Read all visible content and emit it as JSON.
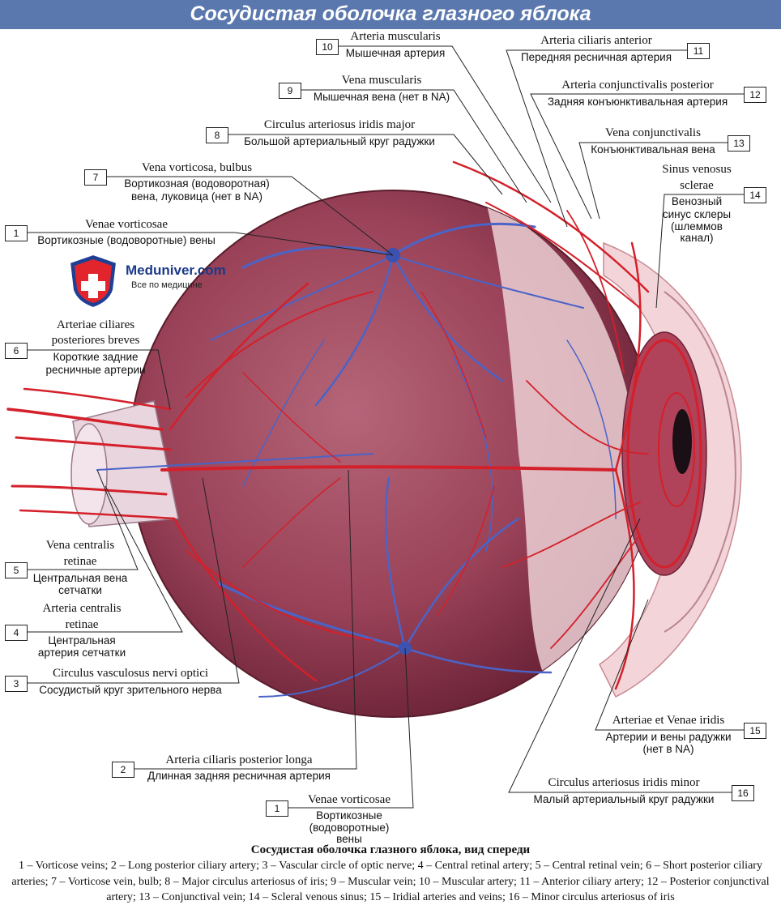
{
  "title": "Сосудистая оболочка глазного яблока",
  "logo": {
    "name": "Meduniver.com",
    "tagline": "Все по медицине"
  },
  "labels": {
    "l10": {
      "num": "10",
      "lat": "Arteria muscularis",
      "rus": "Мышечная артерия"
    },
    "l9": {
      "num": "9",
      "lat": "Vena muscularis",
      "rus": "Мышечная вена (нет в NA)"
    },
    "l8": {
      "num": "8",
      "lat": "Circulus arteriosus iridis major",
      "rus": "Большой артериальный круг радужки"
    },
    "l7": {
      "num": "7",
      "lat": "Vena vorticosa, bulbus",
      "rus1": "Вортикозная (водоворотная)",
      "rus2": "вена, луковица (нет в NA)"
    },
    "l1a": {
      "num": "1",
      "lat": "Venae vorticosae",
      "rus": "Вортикозные (водоворотные) вены"
    },
    "l6": {
      "num": "6",
      "lat1": "Arteriae ciliares",
      "lat2": "posteriores breves",
      "rus1": "Короткие задние",
      "rus2": "ресничные артерии"
    },
    "l5": {
      "num": "5",
      "lat1": "Vena centralis",
      "lat2": "retinae",
      "rus1": "Центральная вена",
      "rus2": "сетчатки"
    },
    "l4": {
      "num": "4",
      "lat1": "Arteria centralis",
      "lat2": "retinae",
      "rus1": "Центральная",
      "rus2": "артерия сетчатки"
    },
    "l3": {
      "num": "3",
      "lat": "Circulus vasculosus nervi optici",
      "rus": "Сосудистый круг зрительного нерва"
    },
    "l2": {
      "num": "2",
      "lat": "Arteria ciliaris posterior longa",
      "rus": "Длинная задняя ресничная артерия"
    },
    "l1b": {
      "num": "1",
      "lat": "Venae vorticosae",
      "rus1": "Вортикозные",
      "rus2": "(водоворотные)",
      "rus3": "вены"
    },
    "l11": {
      "num": "11",
      "lat": "Arteria ciliaris anterior",
      "rus": "Передняя ресничная артерия"
    },
    "l12": {
      "num": "12",
      "lat": "Arteria conjunctivalis posterior",
      "rus": "Задняя конъюнктивальная артерия"
    },
    "l13": {
      "num": "13",
      "lat": "Vena conjunctivalis",
      "rus": "Конъюнктивальная вена"
    },
    "l14": {
      "num": "14",
      "lat1": "Sinus venosus",
      "lat2": "sclerae",
      "rus1": "Венозный",
      "rus2": "синус склеры",
      "rus3": "(шлеммов",
      "rus4": "канал)"
    },
    "l15": {
      "num": "15",
      "lat": "Arteriae et Venae iridis",
      "rus1": "Артерии и вены радужки",
      "rus2": "(нет в NA)"
    },
    "l16": {
      "num": "16",
      "lat": "Circulus arteriosus iridis minor",
      "rus": "Малый артериальный круг радужки"
    }
  },
  "caption": {
    "title": "Сосудистая оболочка глазного яблока, вид спереди",
    "text": "1 – Vorticose veins; 2 – Long posterior ciliary artery; 3 – Vascular circle of optic nerve; 4 – Central retinal artery; 5 – Central retinal vein; 6 – Short posterior ciliary arteries; 7 – Vorticose vein, bulb; 8 – Major circulus arteriosus of iris; 9 – Muscular vein; 10 – Muscular artery; 11 – Anterior ciliary artery; 12 – Posterior conjunctival artery; 13 – Conjunctival vein; 14 – Scleral venous sinus; 15 – Iridial arteries and veins; 16 – Minor circulus arteriosus of iris"
  },
  "colors": {
    "artery": "#d4202a",
    "vein": "#4a64c8",
    "choroid": "#a34a5e",
    "title_bar": "#5b78ae"
  }
}
